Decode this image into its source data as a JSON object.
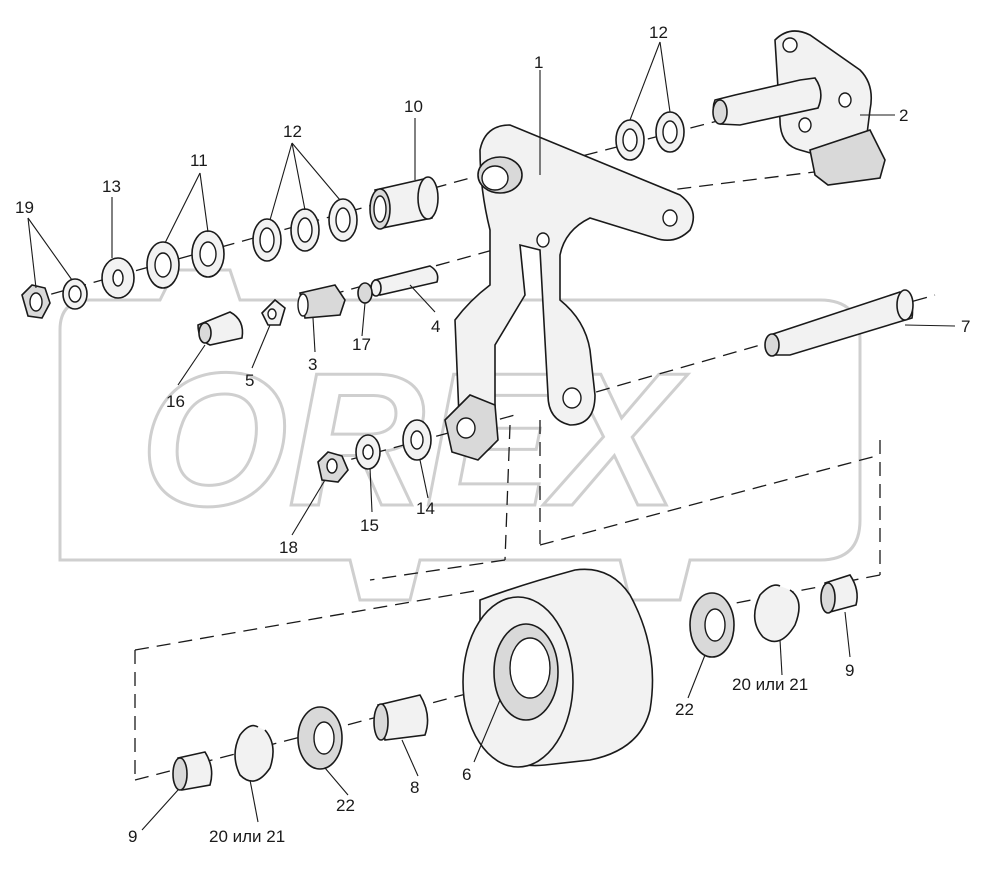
{
  "watermark": {
    "text": "OREX"
  },
  "labels": {
    "p1": "1",
    "p2": "2",
    "p3": "3",
    "p4": "4",
    "p5": "5",
    "p6": "6",
    "p7": "7",
    "p8": "8",
    "p9a": "9",
    "p9b": "9",
    "p10": "10",
    "p11": "11",
    "p12a": "12",
    "p12b": "12",
    "p13": "13",
    "p14": "14",
    "p15": "15",
    "p16": "16",
    "p17": "17",
    "p18": "18",
    "p19": "19",
    "p20a": "20 или 21",
    "p20b": "20 или 21",
    "p22a": "22",
    "p22b": "22"
  }
}
